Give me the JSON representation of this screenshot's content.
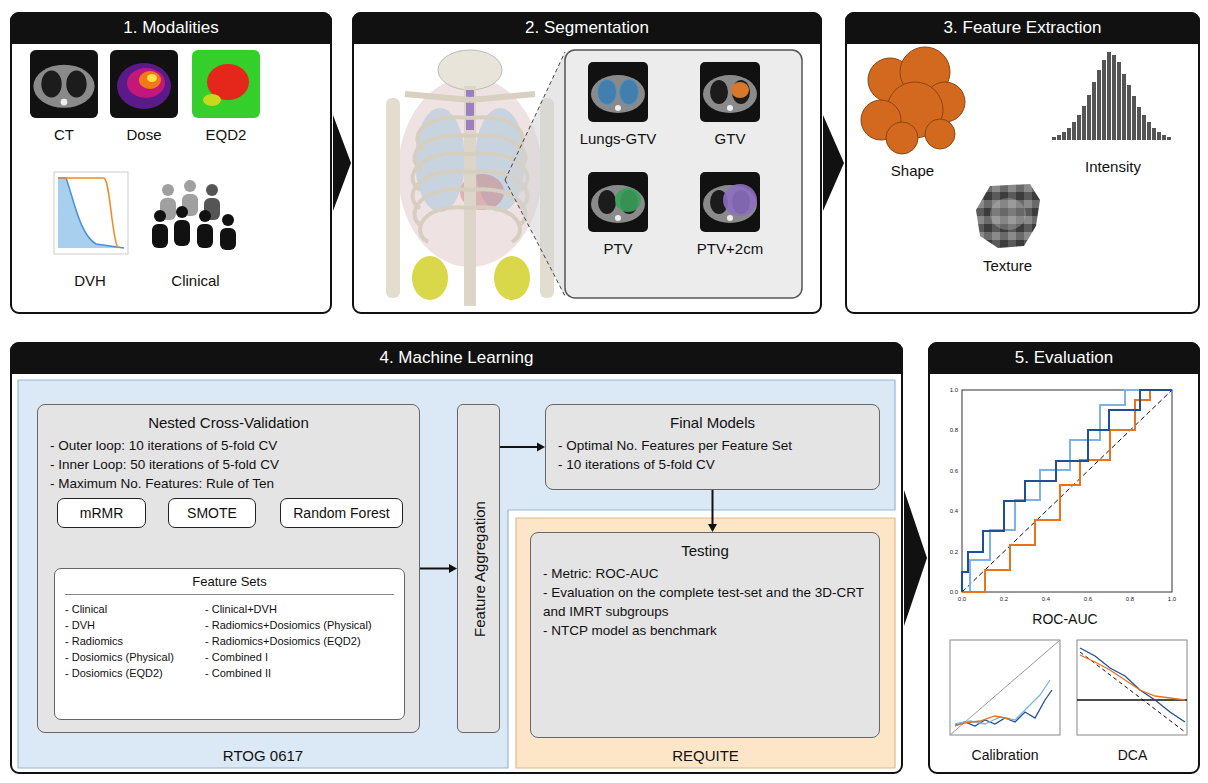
{
  "diagram": {
    "nodes": [
      {
        "text": [
          "1. Modalities"
        ]
      },
      {
        "text": [
          "CT"
        ],
        "in": 0
      },
      {
        "text": [
          "Dose"
        ],
        "in": 0
      },
      {
        "text": [
          "EQD2"
        ],
        "in": 0
      },
      {
        "text": [
          "DVH"
        ],
        "in": 0
      },
      {
        "text": [
          "Clinical"
        ],
        "in": 0
      },
      {
        "text": [
          "2. Segmentation"
        ]
      },
      {
        "text": [
          "Lungs-GTV"
        ],
        "in": 6
      },
      {
        "text": [
          "GTV"
        ],
        "in": 6
      },
      {
        "text": [
          "PTV"
        ],
        "in": 6
      },
      {
        "text": [
          "PTV+2cm"
        ],
        "in": 6
      },
      {
        "text": [
          "3. Feature Extraction"
        ]
      },
      {
        "text": [
          "Shape"
        ],
        "in": 11
      },
      {
        "text": [
          "Intensity"
        ],
        "in": 11
      },
      {
        "text": [
          "Texture"
        ],
        "in": 11
      },
      {
        "text": [
          "4. Machine Learning"
        ]
      },
      {
        "text": [
          "RTOG 0617"
        ],
        "in": 15
      },
      {
        "text": [
          "Nested Cross-Validation",
          "- Outer loop: 10 iterations of 5-fold CV",
          "- Inner Loop: 50 iterations of 5-fold CV",
          "- Maximum No. Features: Rule of Ten"
        ],
        "in": 16
      },
      {
        "text": [
          "mRMR"
        ],
        "in": 17
      },
      {
        "text": [
          "SMOTE"
        ],
        "in": 17
      },
      {
        "text": [
          "Random Forest"
        ],
        "in": 17
      },
      {
        "text": [
          "Feature Sets",
          "- Clinical",
          "- DVH",
          "- Radiomics",
          "- Dosiomics (Physical)",
          "- Dosiomics (EQD2)",
          "- Clinical+DVH",
          "- Radiomics+Dosiomics (Physical)",
          "- Radiomics+Dosiomics (EQD2)",
          "- Combined I",
          "- Combined II"
        ],
        "in": 17
      },
      {
        "text": [
          "Feature Aggregation"
        ],
        "in": 16
      },
      {
        "text": [
          "Final Models",
          "- Optimal No. Features per Feature Set",
          "- 10 iterations of 5-fold CV"
        ],
        "in": 16
      },
      {
        "text": [
          "REQUITE"
        ],
        "in": 15
      },
      {
        "text": [
          "Testing",
          "- Metric: ROC-AUC",
          "- Evaluation on the complete test-set and the 3D-CRT and IMRT subgroups",
          "- NTCP model as benchmark"
        ],
        "in": 24
      },
      {
        "text": [
          "5. Evaluation"
        ]
      },
      {
        "text": [
          "ROC-AUC"
        ],
        "in": 26
      },
      {
        "text": [
          "Calibration"
        ],
        "in": 26
      },
      {
        "text": [
          "DCA"
        ],
        "in": 26
      }
    ],
    "edges": [
      {
        "from": 0,
        "to": 6,
        "arrow": "to"
      },
      {
        "from": 6,
        "to": 11,
        "arrow": "to"
      },
      {
        "from": 15,
        "to": 26,
        "arrow": "to"
      },
      {
        "from": 18,
        "to": 19,
        "arrow": "to"
      },
      {
        "from": 19,
        "to": 20,
        "arrow": "to"
      },
      {
        "from": 17,
        "to": 22,
        "arrow": "to"
      },
      {
        "from": 22,
        "to": 23,
        "arrow": "to"
      },
      {
        "from": 23,
        "to": 25,
        "arrow": "to"
      }
    ],
    "labels": [
      "1.0",
      "0.8",
      "0.6",
      "0.4",
      "0.2",
      "0.0",
      "0.0",
      "0.2",
      "0.4",
      "0.6",
      "0.8",
      "1.0"
    ]
  }
}
